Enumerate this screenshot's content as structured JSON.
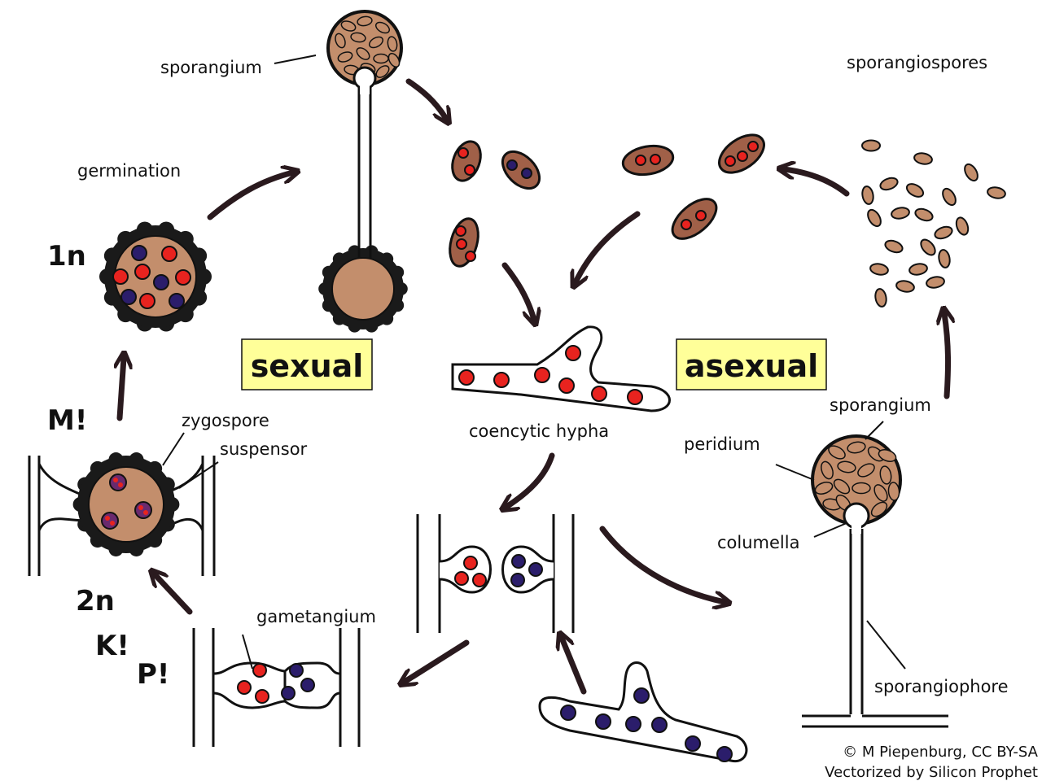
{
  "labels": {
    "sporangium_top": "sporangium",
    "sporangiospores": "sporangiospores",
    "germination": "germination",
    "ploidy_1n": "1n",
    "meiosis": "M!",
    "zygospore": "zygospore",
    "suspensor": "suspensor",
    "ploidy_2n": "2n",
    "karyogamy": "K!",
    "plasmogamy": "P!",
    "gametangium": "gametangium",
    "coencytic_hypha": "coencytic hypha",
    "sporangium_right": "sporangium",
    "peridium": "peridium",
    "columella": "columella",
    "sporangiophore": "sporangiophore"
  },
  "boxes": {
    "sexual": "sexual",
    "asexual": "asexual"
  },
  "credits": {
    "line1": "© M Piepenburg, CC BY-SA",
    "line2": "Vectorized by Silicon Prophet"
  },
  "colors": {
    "box_fill": "#ffff99",
    "spore_fill": "#c38e6c",
    "spore_dark": "#a06048",
    "nucleus_plus": "#e8231f",
    "nucleus_minus": "#2b1d6b",
    "zygospore_wall": "#1a1a1a",
    "arrow": "#2a1a1e"
  }
}
